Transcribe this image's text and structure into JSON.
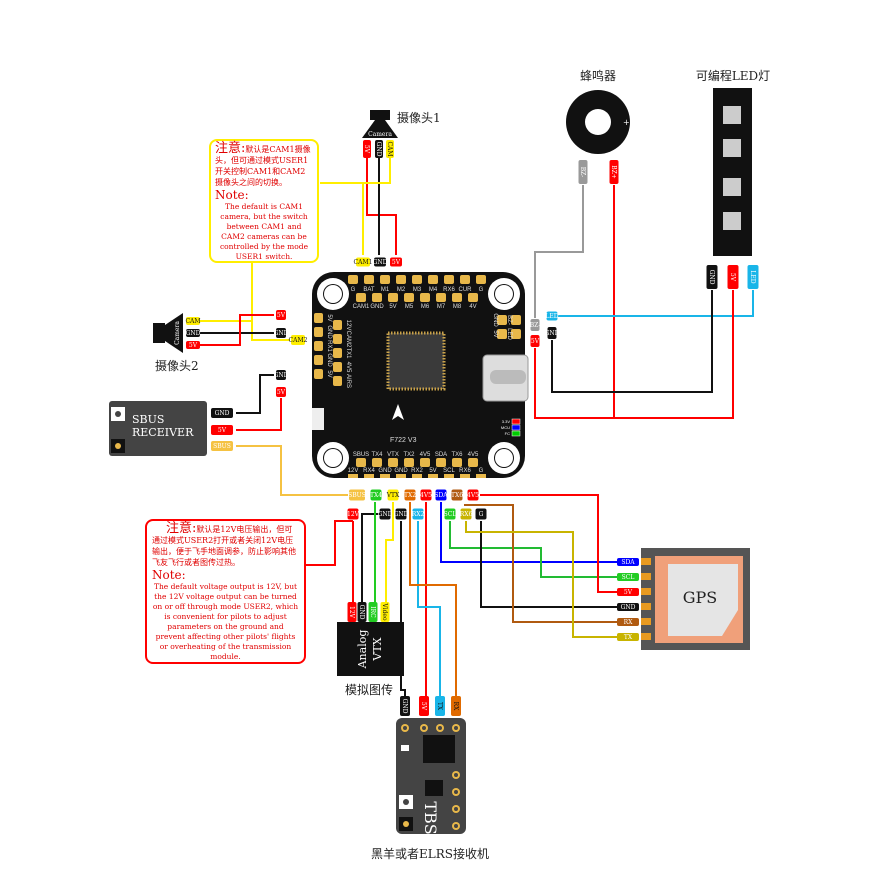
{
  "camera1": {
    "title": "摄像头1",
    "icon_text": "Camera",
    "pins": [
      "5V",
      "GND",
      "CAM"
    ]
  },
  "camera2": {
    "title": "摄像头2",
    "icon_text": "Camera",
    "pins": [
      "CAM",
      "GND",
      "5V"
    ]
  },
  "buzzer": {
    "title": "蜂鸣器",
    "plus": "+",
    "pins": [
      "BZ-",
      "BZ+"
    ]
  },
  "led_strip": {
    "title": "可编程LED灯",
    "pins": [
      "GND",
      "5V",
      "LED"
    ]
  },
  "note1": {
    "heading_cn": "注意:",
    "text_cn": "默认是CAM1摄像头，但可通过模式USER1开关控制CAM1和CAM2摄像头之间的切换。",
    "heading_en": "Note:",
    "text_en": "The default is CAM1 camera, but the switch between CAM1 and CAM2 cameras can be controlled by the mode USER1 switch."
  },
  "note2": {
    "heading_cn": "注意:",
    "text_cn": "默认是12V电压输出，但可通过模式USER2打开或者关闭12V电压输出，便于飞手地面调参，防止影响其他飞友飞行或者图传过热。",
    "heading_en": "Note:",
    "text_en": "The default voltage output is 12V, but the 12V voltage output can be turned on or off through mode USER2, which is convenient for pilots to adjust parameters on the ground and prevent affecting other pilots' flights or overheating of the transmission module."
  },
  "fc": {
    "model": "F722 V3",
    "top_row": [
      "G",
      "BAT",
      "M1",
      "M2",
      "M3",
      "M4",
      "RX6",
      "CUR",
      "G"
    ],
    "second_row": [
      "CAM1",
      "GND",
      "5V",
      "M5",
      "M6",
      "M7",
      "M8",
      "4V"
    ],
    "left_outer": [
      "5V",
      "GND",
      "RX1",
      "GND",
      "5V"
    ],
    "left_inner": [
      "12V",
      "CAM2",
      "TX1",
      "4V5",
      "AIRS"
    ],
    "right_labels": [
      "BZ-",
      "LED",
      "GND",
      "5V"
    ],
    "bottom_row1_labels": [
      "SBUS",
      "TX4",
      "VTX",
      "TX2",
      "4V5",
      "SDA",
      "TX6",
      "4V5"
    ],
    "bottom_row2_labels": [
      "12V",
      "RX4",
      "GND",
      "GND",
      "RX2",
      "5V",
      "SCL",
      "RX6",
      "G"
    ],
    "leds": [
      "3.3V",
      "MCU",
      "FC"
    ],
    "cam_tags": [
      "CAM1",
      "GND",
      "5V"
    ],
    "left_tags": [
      "5V",
      "GND",
      "CAM2",
      "GND",
      "5V"
    ],
    "right_tags": [
      "BZ-",
      "5V",
      "LED",
      "GND"
    ],
    "bottom_tags_row1": [
      "SBUS",
      "TX4",
      "VTX",
      "TX2",
      "4V5",
      "SDA",
      "TX6",
      "4V5"
    ],
    "bottom_tags_row2": [
      "12V",
      "GND",
      "GND",
      "RX2",
      "SCL",
      "RX6",
      "G"
    ]
  },
  "sbus_receiver": {
    "title_line1": "SBUS",
    "title_line2": "RECEIVER",
    "pins": [
      "GND",
      "5V",
      "SBUS"
    ]
  },
  "vtx": {
    "title_line1": "Analog",
    "title_line2": "VTX",
    "label": "模拟图传",
    "pins": [
      "12V",
      "GND",
      "IRC",
      "Video"
    ]
  },
  "rx": {
    "title": "TBS",
    "label": "黑羊或者ELRS接收机",
    "pins": [
      "GND",
      "5V",
      "TX",
      "RX"
    ]
  },
  "gps": {
    "title": "GPS",
    "pins": [
      "SDA",
      "SCL",
      "5V",
      "GND",
      "RX",
      "TX"
    ]
  },
  "colors": {
    "red": "#ff0000",
    "black": "#111111",
    "yellow": "#ffee00",
    "sbus": "#f5c242",
    "green": "#22cc22",
    "orange": "#e06a00",
    "blue": "#0000ff",
    "cyan": "#19b5e8",
    "brown": "#b05a10",
    "olive": "#c8b400",
    "gray": "#999999",
    "pad": "#e8b84a"
  }
}
